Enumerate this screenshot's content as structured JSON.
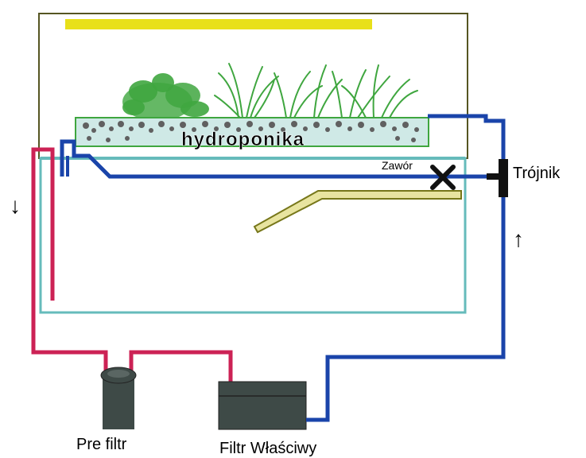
{
  "labels": {
    "hydro": "hydroponika",
    "valve": "Zawór",
    "tee": "Trójnik",
    "prefilter": "Pre filtr",
    "mainfilter": "Filtr Właściwy"
  },
  "arrows": {
    "down": "↓",
    "up": "↑"
  },
  "colors": {
    "red_pipe": "#cc2255",
    "blue_pipe": "#1a44aa",
    "tank_outline": "#66bbbb",
    "frame_outline": "#555522",
    "light_bar": "#e8e01a",
    "plant_green": "#3fa63f",
    "gravel_gray": "#606060",
    "filter_body": "#3e4a47"
  }
}
